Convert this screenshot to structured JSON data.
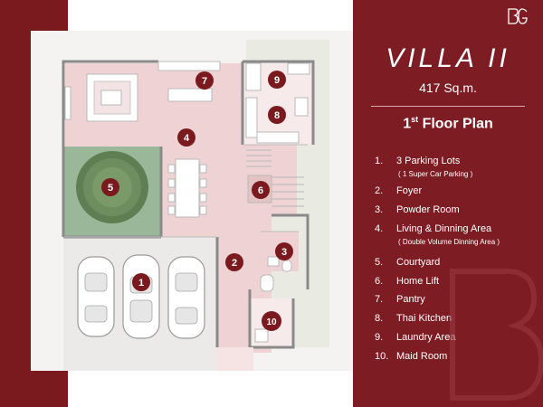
{
  "header": {
    "title": "VILLA II",
    "area": "417 Sq.m.",
    "floor_prefix": "1",
    "floor_suffix": "st",
    "floor_label": "Floor Plan"
  },
  "legend": [
    {
      "num": "1.",
      "label": "3 Parking Lots",
      "sub": "( 1 Super Car Parking )"
    },
    {
      "num": "2.",
      "label": "Foyer"
    },
    {
      "num": "3.",
      "label": "Powder Room"
    },
    {
      "num": "4.",
      "label": "Living & Dinning Area",
      "sub": "( Double Volume Dinning Area )"
    },
    {
      "num": "5.",
      "label": "Courtyard"
    },
    {
      "num": "6.",
      "label": "Home Lift"
    },
    {
      "num": "7.",
      "label": "Pantry"
    },
    {
      "num": "8.",
      "label": "Thai Kitchen"
    },
    {
      "num": "9.",
      "label": "Laundry Area"
    },
    {
      "num": "10.",
      "label": "Maid Room"
    }
  ],
  "markers": [
    "1",
    "2",
    "3",
    "4",
    "5",
    "6",
    "7",
    "8",
    "9",
    "10"
  ],
  "colors": {
    "brand_maroon": "#7d1c22",
    "marker_fill": "#7a1a1f",
    "room_pink": "#efd3d4",
    "courtyard_green": "#9bb79a",
    "parking_gray": "#ebeae8"
  }
}
